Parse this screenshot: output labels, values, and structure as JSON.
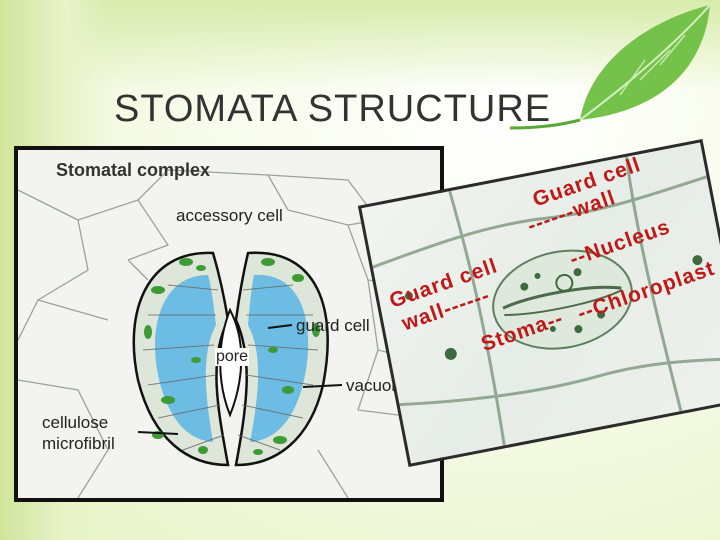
{
  "slide": {
    "title": "STOMATA STRUCTURE"
  },
  "diagram_left": {
    "heading": "Stomatal complex",
    "labels": {
      "accessory_cell": "accessory cell",
      "guard_cell": "guard cell",
      "pore": "pore",
      "vacuole": "vacuole",
      "cellulose_line1": "cellulose",
      "cellulose_line2": "microfibril"
    }
  },
  "photo_right": {
    "labels": {
      "guard_cell_top": "Guard cell",
      "wall_top": "------wall",
      "nucleus": "--Nucleus",
      "guard_cell_left": "Guard cell",
      "wall_left": "wall------",
      "stoma": "Stoma--",
      "chloroplast": "--Chloroplast"
    },
    "label_color": "#c01818"
  },
  "colors": {
    "vacuole_blue": "#58b4e6",
    "chloroplast_green": "#3d9a35",
    "background_green": "#e6f2c4"
  }
}
